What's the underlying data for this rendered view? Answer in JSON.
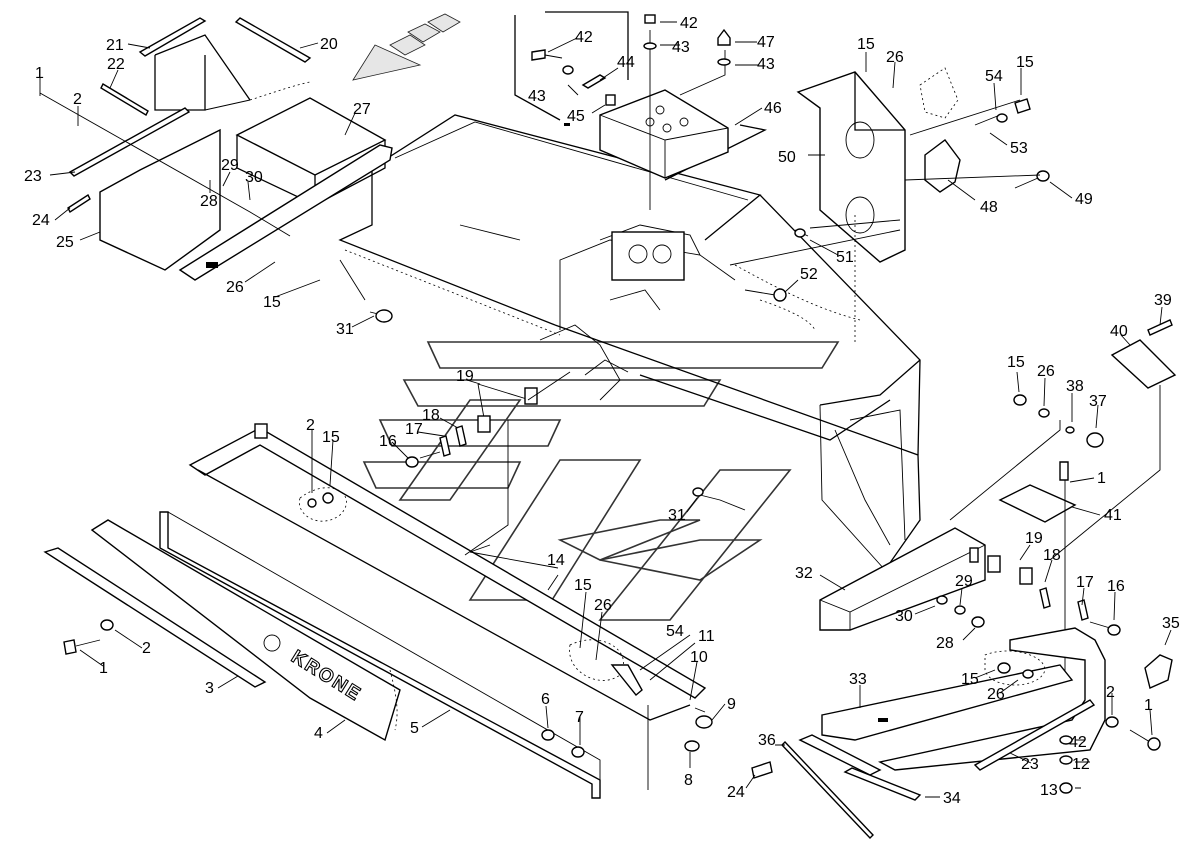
{
  "brand": {
    "logo_text": "KRONE"
  },
  "callouts": [
    {
      "id": "c21",
      "label": "21"
    },
    {
      "id": "c20",
      "label": "20"
    },
    {
      "id": "c22",
      "label": "22"
    },
    {
      "id": "c1a",
      "label": "1"
    },
    {
      "id": "c2a",
      "label": "2"
    },
    {
      "id": "c27",
      "label": "27"
    },
    {
      "id": "c23a",
      "label": "23"
    },
    {
      "id": "c29a",
      "label": "29"
    },
    {
      "id": "c30a",
      "label": "30"
    },
    {
      "id": "c28a",
      "label": "28"
    },
    {
      "id": "c24a",
      "label": "24"
    },
    {
      "id": "c25",
      "label": "25"
    },
    {
      "id": "c26a",
      "label": "26"
    },
    {
      "id": "c15a",
      "label": "15"
    },
    {
      "id": "c31a",
      "label": "31"
    },
    {
      "id": "c42a",
      "label": "42"
    },
    {
      "id": "c42b",
      "label": "42"
    },
    {
      "id": "c43a",
      "label": "43"
    },
    {
      "id": "c47",
      "label": "47"
    },
    {
      "id": "c44",
      "label": "44"
    },
    {
      "id": "c43b",
      "label": "43"
    },
    {
      "id": "c43c",
      "label": "43"
    },
    {
      "id": "c45",
      "label": "45"
    },
    {
      "id": "c46",
      "label": "46"
    },
    {
      "id": "c15b",
      "label": "15"
    },
    {
      "id": "c26b",
      "label": "26"
    },
    {
      "id": "c15c",
      "label": "15"
    },
    {
      "id": "c54a",
      "label": "54"
    },
    {
      "id": "c53",
      "label": "53"
    },
    {
      "id": "c50",
      "label": "50"
    },
    {
      "id": "c48",
      "label": "48"
    },
    {
      "id": "c49",
      "label": "49"
    },
    {
      "id": "c51",
      "label": "51"
    },
    {
      "id": "c52",
      "label": "52"
    },
    {
      "id": "c39",
      "label": "39"
    },
    {
      "id": "c40",
      "label": "40"
    },
    {
      "id": "c15d",
      "label": "15"
    },
    {
      "id": "c26c",
      "label": "26"
    },
    {
      "id": "c38",
      "label": "38"
    },
    {
      "id": "c37",
      "label": "37"
    },
    {
      "id": "c19a",
      "label": "19"
    },
    {
      "id": "c18a",
      "label": "18"
    },
    {
      "id": "c17a",
      "label": "17"
    },
    {
      "id": "c16a",
      "label": "16"
    },
    {
      "id": "c2b",
      "label": "2"
    },
    {
      "id": "c15e",
      "label": "15"
    },
    {
      "id": "c31b",
      "label": "31"
    },
    {
      "id": "c1b",
      "label": "1"
    },
    {
      "id": "c41",
      "label": "41"
    },
    {
      "id": "c14",
      "label": "14"
    },
    {
      "id": "c32",
      "label": "32"
    },
    {
      "id": "c19b",
      "label": "19"
    },
    {
      "id": "c18b",
      "label": "18"
    },
    {
      "id": "c29b",
      "label": "29"
    },
    {
      "id": "c30b",
      "label": "30"
    },
    {
      "id": "c28b",
      "label": "28"
    },
    {
      "id": "c17b",
      "label": "17"
    },
    {
      "id": "c16b",
      "label": "16"
    },
    {
      "id": "c15f",
      "label": "15"
    },
    {
      "id": "c26d",
      "label": "26"
    },
    {
      "id": "c54b",
      "label": "54"
    },
    {
      "id": "c11",
      "label": "11"
    },
    {
      "id": "c10",
      "label": "10"
    },
    {
      "id": "c1c",
      "label": "1"
    },
    {
      "id": "c2c",
      "label": "2"
    },
    {
      "id": "c3",
      "label": "3"
    },
    {
      "id": "c4",
      "label": "4"
    },
    {
      "id": "c5",
      "label": "5"
    },
    {
      "id": "c6",
      "label": "6"
    },
    {
      "id": "c7",
      "label": "7"
    },
    {
      "id": "c9",
      "label": "9"
    },
    {
      "id": "c8",
      "label": "8"
    },
    {
      "id": "c33",
      "label": "33"
    },
    {
      "id": "c15g",
      "label": "15"
    },
    {
      "id": "c26e",
      "label": "26"
    },
    {
      "id": "c35",
      "label": "35"
    },
    {
      "id": "c2d",
      "label": "2"
    },
    {
      "id": "c1d",
      "label": "1"
    },
    {
      "id": "c36",
      "label": "36"
    },
    {
      "id": "c42c",
      "label": "42"
    },
    {
      "id": "c12",
      "label": "12"
    },
    {
      "id": "c23b",
      "label": "23"
    },
    {
      "id": "c13",
      "label": "13"
    },
    {
      "id": "c24b",
      "label": "24"
    },
    {
      "id": "c34",
      "label": "34"
    }
  ]
}
